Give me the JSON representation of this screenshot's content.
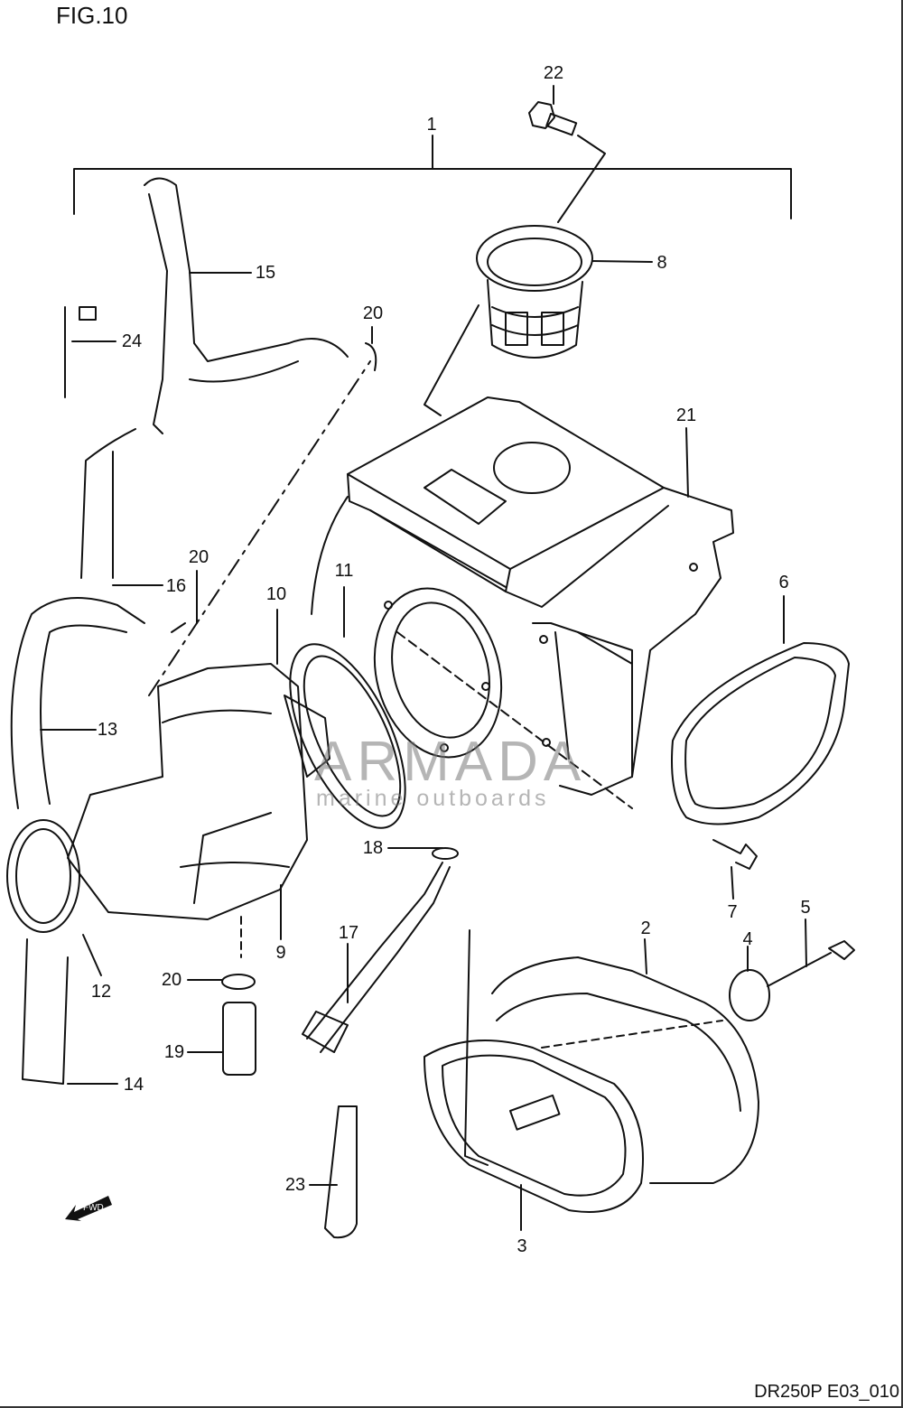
{
  "figure_title": "FIG.10",
  "diagram_code": "DR250P E03_010",
  "watermark": {
    "brand": "ARMADA",
    "tagline": "marine outboards",
    "brand_color": "#e87db0"
  },
  "fwd_label": "FWD",
  "callouts": [
    {
      "id": "c1",
      "label": "1"
    },
    {
      "id": "c2",
      "label": "2"
    },
    {
      "id": "c3",
      "label": "3"
    },
    {
      "id": "c4",
      "label": "4"
    },
    {
      "id": "c5",
      "label": "5"
    },
    {
      "id": "c6",
      "label": "6"
    },
    {
      "id": "c7",
      "label": "7"
    },
    {
      "id": "c8",
      "label": "8"
    },
    {
      "id": "c9",
      "label": "9"
    },
    {
      "id": "c10",
      "label": "10"
    },
    {
      "id": "c11",
      "label": "11"
    },
    {
      "id": "c12",
      "label": "12"
    },
    {
      "id": "c13",
      "label": "13"
    },
    {
      "id": "c14",
      "label": "14"
    },
    {
      "id": "c15",
      "label": "15"
    },
    {
      "id": "c16",
      "label": "16"
    },
    {
      "id": "c17",
      "label": "17"
    },
    {
      "id": "c18",
      "label": "18"
    },
    {
      "id": "c19",
      "label": "19"
    },
    {
      "id": "c20a",
      "label": "20"
    },
    {
      "id": "c20b",
      "label": "20"
    },
    {
      "id": "c20c",
      "label": "20"
    },
    {
      "id": "c21",
      "label": "21"
    },
    {
      "id": "c22",
      "label": "22"
    },
    {
      "id": "c23",
      "label": "23"
    },
    {
      "id": "c24",
      "label": "24"
    }
  ]
}
